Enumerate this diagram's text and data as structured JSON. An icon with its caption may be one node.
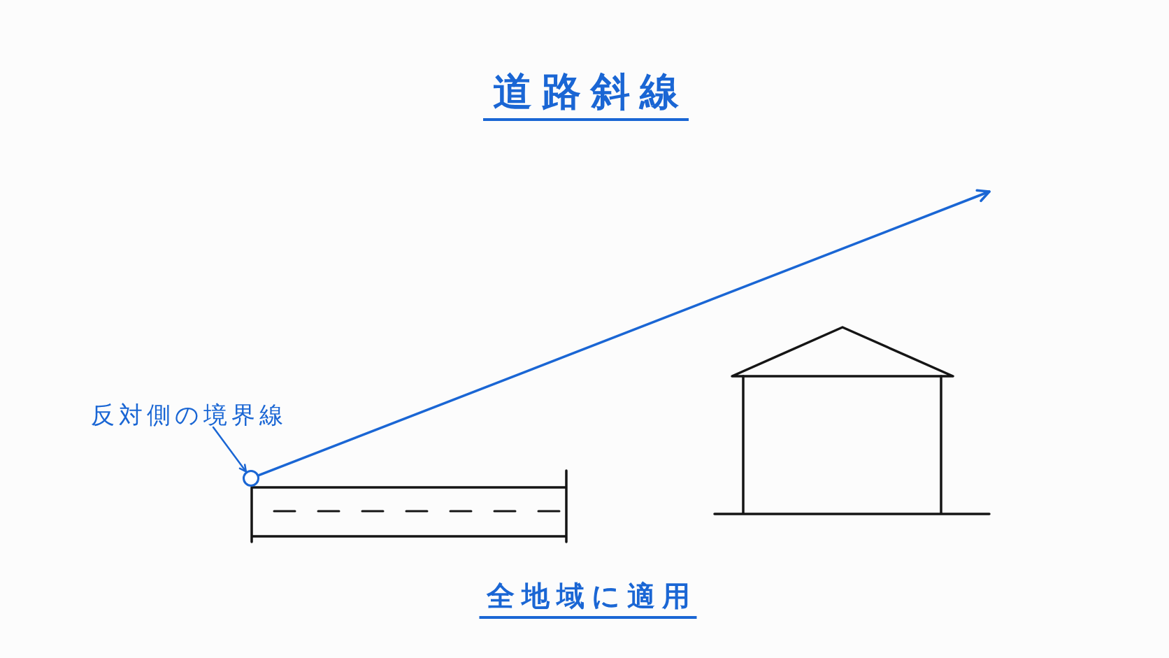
{
  "diagram": {
    "title": "道路斜線",
    "caption": "全地域に適用",
    "nodes": [
      {
        "text": [
          "反対側の境界線"
        ]
      },
      {
        "text": [],
        "shape": "circle"
      }
    ],
    "edges": [
      {
        "from": 0,
        "to": 1,
        "arrow": "to"
      },
      {
        "from": 1,
        "to": null,
        "arrow": "to"
      }
    ]
  }
}
